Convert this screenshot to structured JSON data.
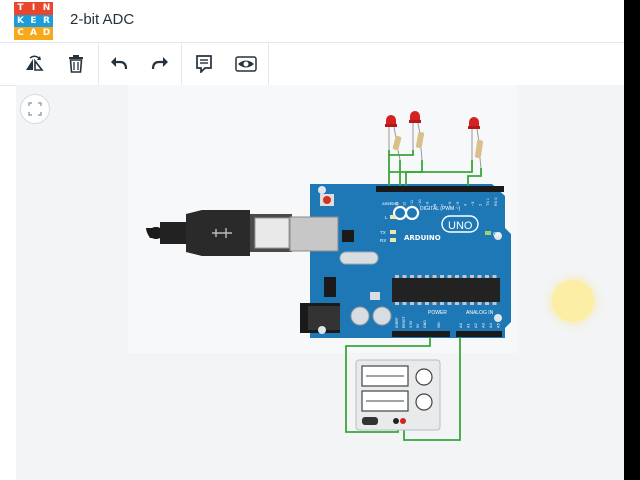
{
  "app": {
    "logo_letters": [
      "T",
      "I",
      "N",
      "K",
      "E",
      "R",
      "C",
      "A",
      "D"
    ],
    "logo_colors": [
      "#e8472d",
      "#e8472d",
      "#e8472d",
      "#1a9dd9",
      "#1a9dd9",
      "#1a9dd9",
      "#f7a81b",
      "#f7a81b",
      "#f7a81b"
    ],
    "design_title": "2-bit ADC"
  },
  "toolbar": {
    "tools": [
      {
        "name": "rotate-icon"
      },
      {
        "name": "trash-icon"
      },
      {
        "name": "undo-icon"
      },
      {
        "name": "redo-icon"
      },
      {
        "name": "notes-icon"
      },
      {
        "name": "visibility-icon"
      }
    ]
  },
  "arduino": {
    "brand": "ARDUINO",
    "model": "UNO",
    "digital_label": "DIGITAL (PWM ~)",
    "power_label": "POWER",
    "analog_label": "ANALOG IN",
    "on_label": "ON",
    "l_label": "L",
    "tx_label": "TX",
    "rx_label": "RX",
    "aref_label": "AREF",
    "gnd_label": "GND",
    "ioref_label": "IOREF",
    "reset_label": "RESET",
    "v33_label": "3.3V",
    "v5_label": "5V",
    "vin_label": "VIN",
    "analog_pins": [
      "A0",
      "A1",
      "A2",
      "A3",
      "A4",
      "A5"
    ],
    "digital_pins": [
      "13",
      "12",
      "~11",
      "~10",
      "~9",
      "8",
      "7",
      "~6",
      "~5",
      "4",
      "~3",
      "2",
      "TX 1",
      "RX 0"
    ]
  },
  "colors": {
    "board": "#1f78b6",
    "wire": "#3aa63a",
    "led": "#d42222",
    "accent_cursor": "#ffe78c"
  }
}
